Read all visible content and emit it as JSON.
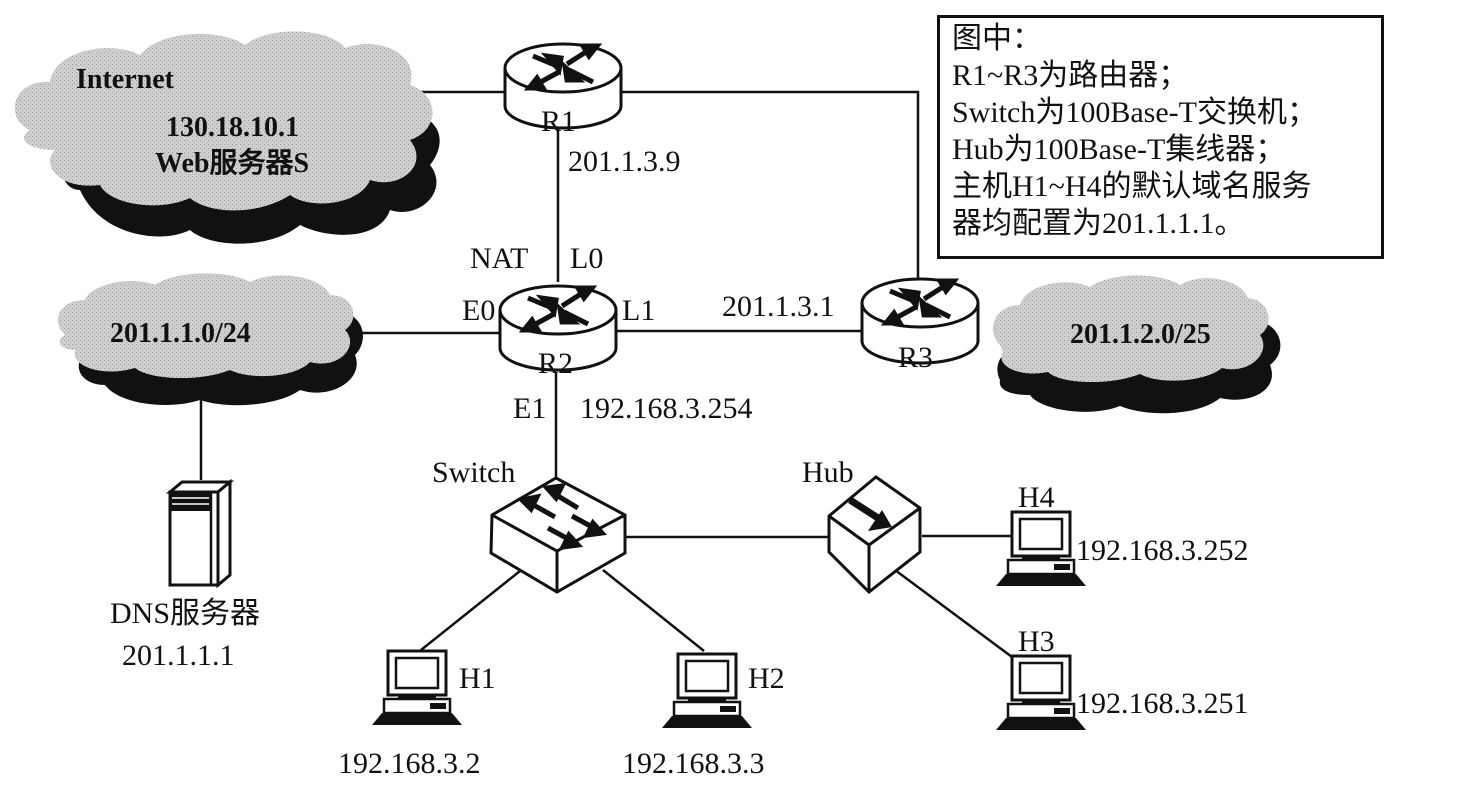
{
  "clouds": {
    "internet": {
      "title": "Internet",
      "ip": "130.18.10.1",
      "server": "Web服务器S"
    },
    "lan1": {
      "label": "201.1.1.0/24"
    },
    "lan2": {
      "label": "201.1.2.0/25"
    }
  },
  "routers": {
    "r1": {
      "name": "R1",
      "ip_down": "201.1.3.9"
    },
    "r2": {
      "name": "R2",
      "nat": "NAT",
      "l0": "L0",
      "e0": "E0",
      "l1": "L1",
      "e1": "E1",
      "e1_ip": "192.168.3.254"
    },
    "r3": {
      "name": "R3",
      "ip": "201.1.3.1"
    }
  },
  "switch": {
    "label": "Switch"
  },
  "hub": {
    "label": "Hub"
  },
  "dns": {
    "label": "DNS服务器",
    "ip": "201.1.1.1"
  },
  "hosts": [
    {
      "name": "H1",
      "ip": "192.168.3.2"
    },
    {
      "name": "H2",
      "ip": "192.168.3.3"
    },
    {
      "name": "H3",
      "ip": "192.168.3.251"
    },
    {
      "name": "H4",
      "ip": "192.168.3.252"
    }
  ],
  "note": {
    "lines": [
      "图中：",
      "R1~R3为路由器；",
      "Switch为100Base-T交换机；",
      "Hub为100Base-T集线器；",
      "主机H1~H4的默认域名服务",
      "器均配置为201.1.1.1。"
    ]
  }
}
